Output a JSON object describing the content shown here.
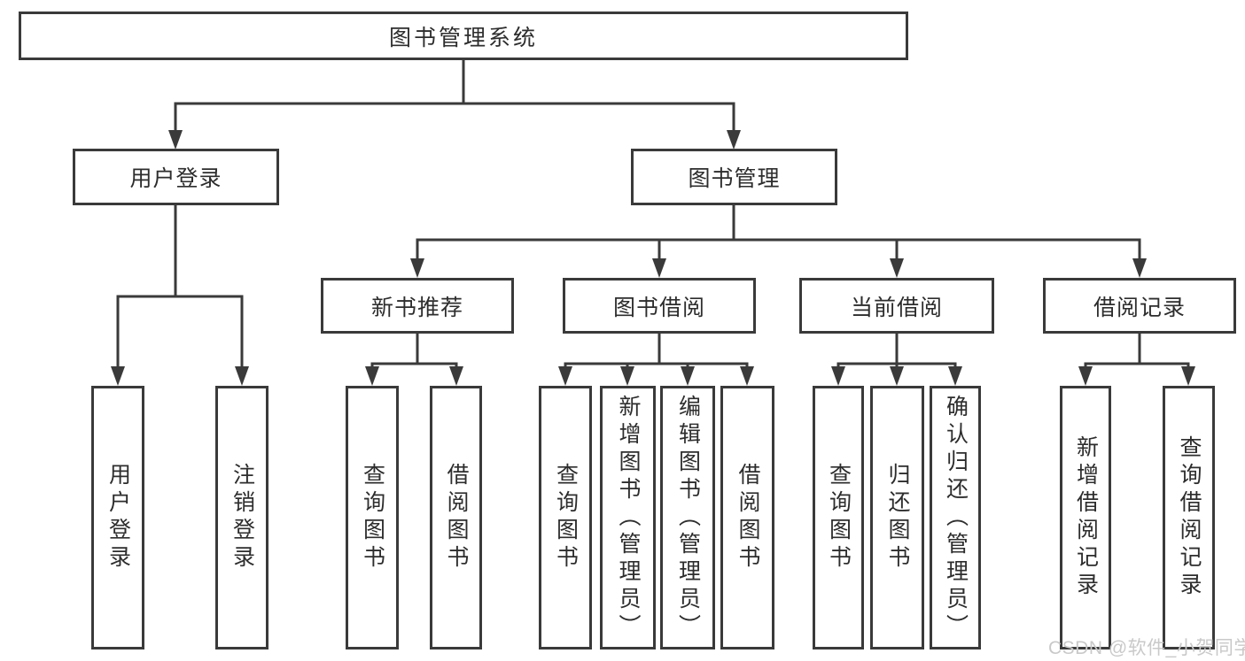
{
  "colors": {
    "line": "#3a3a3a",
    "border": "#3a3a3a",
    "text": "#2d2d2d",
    "background": "#ffffff",
    "watermark": "#c9c9c9"
  },
  "watermark": "CSDN @软件_小贺同学",
  "tree": {
    "root": {
      "label": "图书管理系统",
      "children": [
        {
          "label": "用户登录",
          "children": [
            {
              "label": "用户登录"
            },
            {
              "label": "注销登录"
            }
          ]
        },
        {
          "label": "图书管理",
          "children": [
            {
              "label": "新书推荐",
              "children": [
                {
                  "label": "查询图书"
                },
                {
                  "label": "借阅图书"
                }
              ]
            },
            {
              "label": "图书借阅",
              "children": [
                {
                  "label": "查询图书"
                },
                {
                  "label": "新增图书（管理员）"
                },
                {
                  "label": "编辑图书（管理员）"
                },
                {
                  "label": "借阅图书"
                }
              ]
            },
            {
              "label": "当前借阅",
              "children": [
                {
                  "label": "查询图书"
                },
                {
                  "label": "归还图书"
                },
                {
                  "label": "确认归还（管理员）"
                }
              ]
            },
            {
              "label": "借阅记录",
              "children": [
                {
                  "label": "新增借阅记录"
                },
                {
                  "label": "查询借阅记录"
                }
              ]
            }
          ]
        }
      ]
    }
  }
}
